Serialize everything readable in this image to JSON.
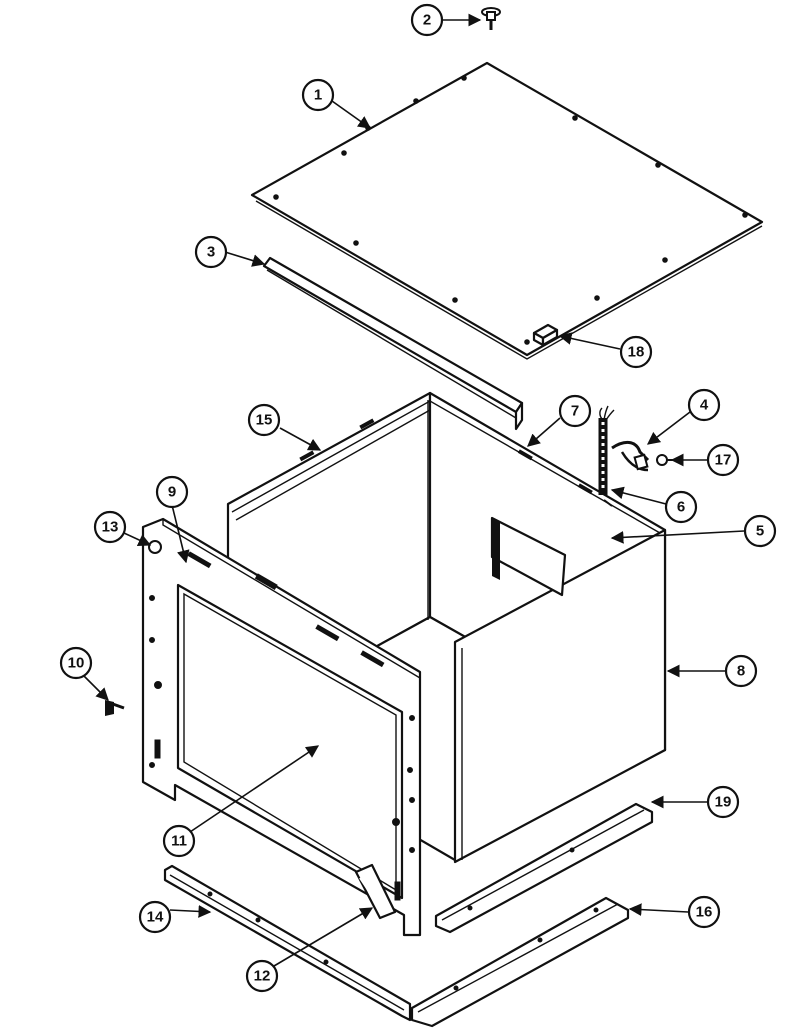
{
  "callouts": [
    {
      "id": "c1",
      "label": "1"
    },
    {
      "id": "c2",
      "label": "2"
    },
    {
      "id": "c3",
      "label": "3"
    },
    {
      "id": "c4",
      "label": "4"
    },
    {
      "id": "c5",
      "label": "5"
    },
    {
      "id": "c6",
      "label": "6"
    },
    {
      "id": "c7",
      "label": "7"
    },
    {
      "id": "c8",
      "label": "8"
    },
    {
      "id": "c9",
      "label": "9"
    },
    {
      "id": "c10",
      "label": "10"
    },
    {
      "id": "c11",
      "label": "11"
    },
    {
      "id": "c12",
      "label": "12"
    },
    {
      "id": "c13",
      "label": "13"
    },
    {
      "id": "c14",
      "label": "14"
    },
    {
      "id": "c15",
      "label": "15"
    },
    {
      "id": "c16",
      "label": "16"
    },
    {
      "id": "c17",
      "label": "17"
    },
    {
      "id": "c18",
      "label": "18"
    },
    {
      "id": "c19",
      "label": "19"
    }
  ]
}
